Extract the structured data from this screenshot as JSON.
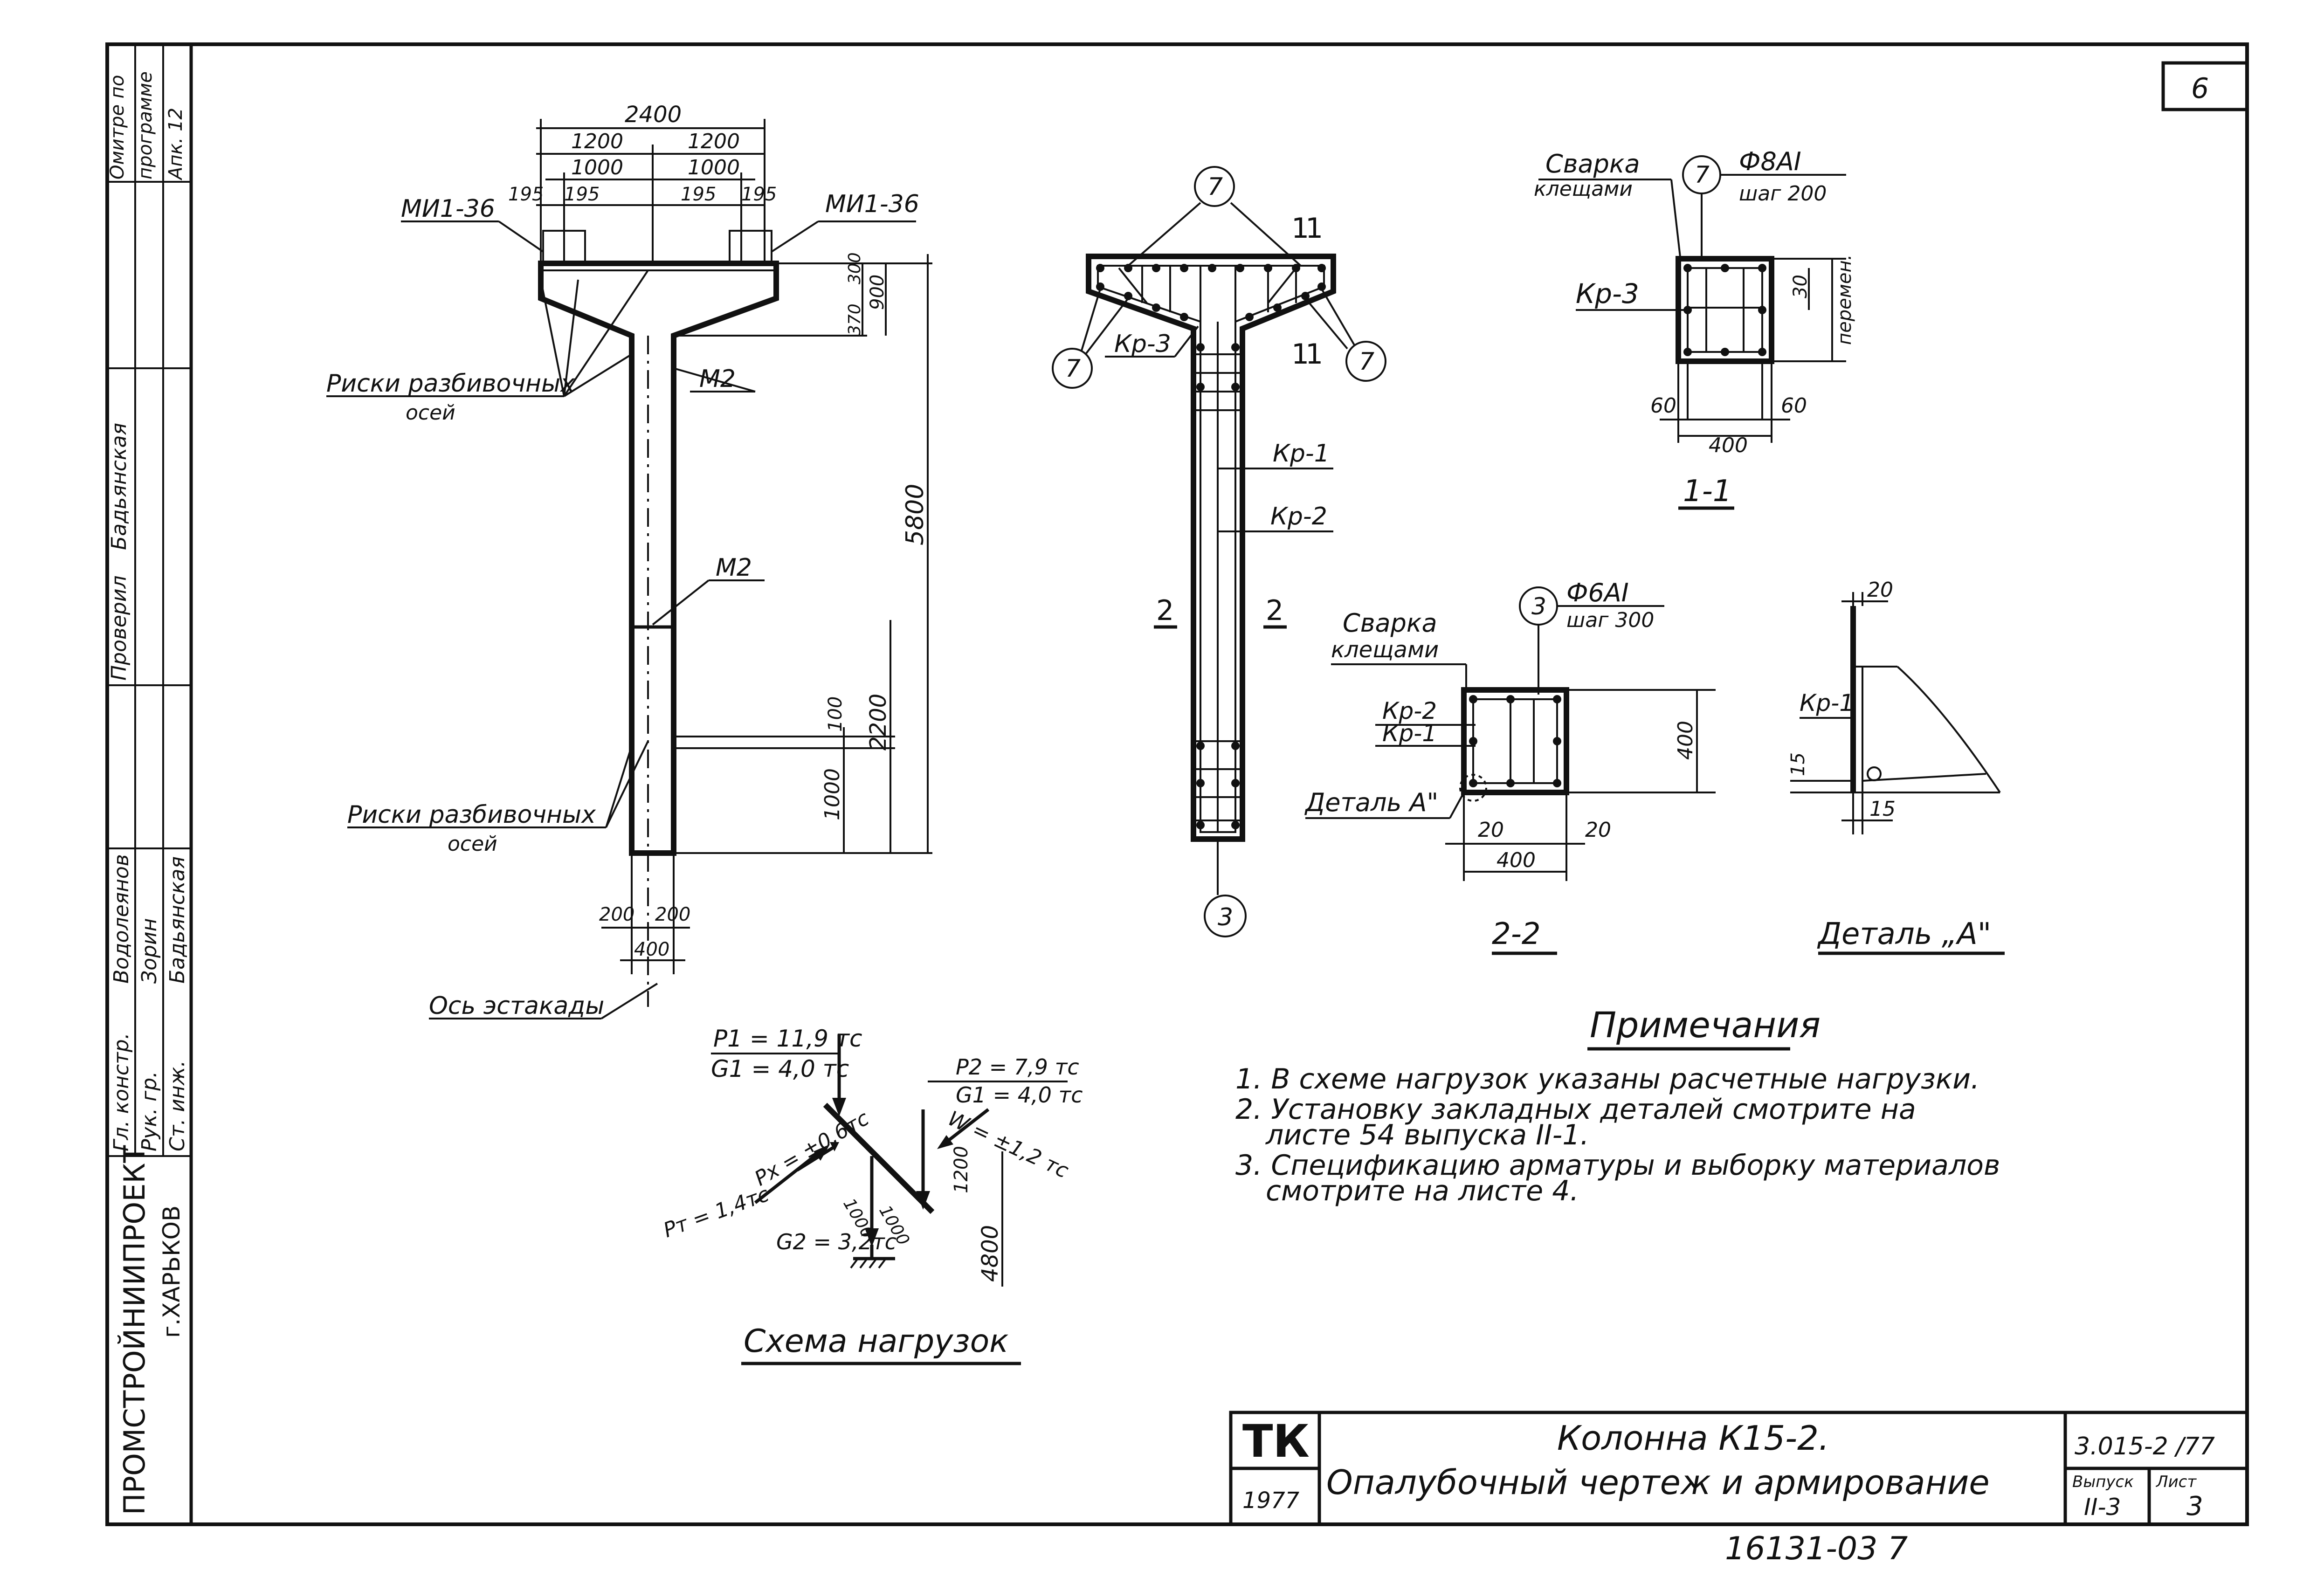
{
  "sheet": {
    "corner_number": "6",
    "bottom_number": "16131-03  7"
  },
  "side": {
    "org": "ПРОМСТРОЙНИИПРОЕКТ",
    "city": "г.ХАРЬКОВ",
    "roles": [
      "Гл. констр.",
      "Рук. гр.",
      "Ст. инж."
    ],
    "names": [
      "Водолеянов",
      "Зорин",
      "Бадьянская"
    ],
    "checked": "Проверил",
    "checker": "Бадьянская",
    "print": [
      "Омитре по",
      "программе",
      "Апк. 12"
    ]
  },
  "title_block": {
    "logo": "ТК",
    "year": "1977",
    "title_line1": "Колонна  К15-2.",
    "title_line2": "Опалубочный  чертеж  и  армирование",
    "code": "3.015-2 /77",
    "issue_label": "Выпуск",
    "issue": "II-3",
    "sheet_label": "Лист",
    "sheet": "3"
  },
  "elevation": {
    "dims_top": [
      "2400",
      "1200",
      "1200",
      "1000",
      "1000",
      "195",
      "195",
      "195",
      "195"
    ],
    "mi_left": "МИ1-36",
    "mi_right": "МИ1-36",
    "dims_right": [
      "300",
      "370",
      "900",
      "5800",
      "100",
      "2200",
      "1000"
    ],
    "m2_top": "М2",
    "m2_mid": "М2",
    "risks_top": [
      "Риски разбивочных",
      "осей"
    ],
    "risks_bottom": [
      "Риски разбивочных",
      "осей"
    ],
    "dims_bottom": [
      "200",
      "200",
      "400"
    ],
    "axis": "Ось эстакады"
  },
  "rebar": {
    "ref7": "7",
    "ref3": "3",
    "cut11": "1",
    "cut22": "2",
    "kr3": "Кр-3",
    "kr1": "Кр-1",
    "kr2": "Кр-2"
  },
  "section11": {
    "weld": [
      "Сварка",
      "клещами"
    ],
    "ref": "7",
    "bar": "Ф8АI",
    "step": "шаг 200",
    "kr": "Кр-3",
    "d30": "30",
    "var": "перемен.",
    "d60a": "60",
    "d60b": "60",
    "d400": "400",
    "label": "1-1"
  },
  "section22": {
    "weld": [
      "Сварка",
      "клещами"
    ],
    "ref": "3",
    "bar": "Ф6АI",
    "step": "шаг 300",
    "kr2": "Кр-2",
    "kr1": "Кр-1",
    "detail": "Деталь А\"",
    "d400v": "400",
    "d20a": "20",
    "d20b": "20",
    "d400h": "400",
    "label": "2-2"
  },
  "detailA": {
    "d20": "20",
    "kr1": "Кр-1",
    "d15a": "15",
    "d15b": "15",
    "label": "Деталь „А\""
  },
  "loads": {
    "p1": "P1 = 11,9 тс",
    "g1": "G1 = 4,0 тс",
    "p2": "P2 = 7,9 тс",
    "g1b": "G1 = 4,0 тс",
    "w": "W = ±1,2 тс",
    "px": "Px = ±0,6тс",
    "pt": "Pт = 1,4тс",
    "d1000a": "1000",
    "d1000b": "1000",
    "d1200": "1200",
    "d4800": "4800",
    "g2": "G2 = 3,2тс",
    "title": "Схема нагрузок"
  },
  "notes": {
    "title": "Примечания",
    "lines": [
      "1. В схеме нагрузок указаны расчетные нагрузки.",
      "2. Установку закладных деталей смотрите на",
      "листе 54 выпуска II-1.",
      "3. Спецификацию арматуры и выборку материалов",
      "смотрите на листе 4."
    ]
  }
}
